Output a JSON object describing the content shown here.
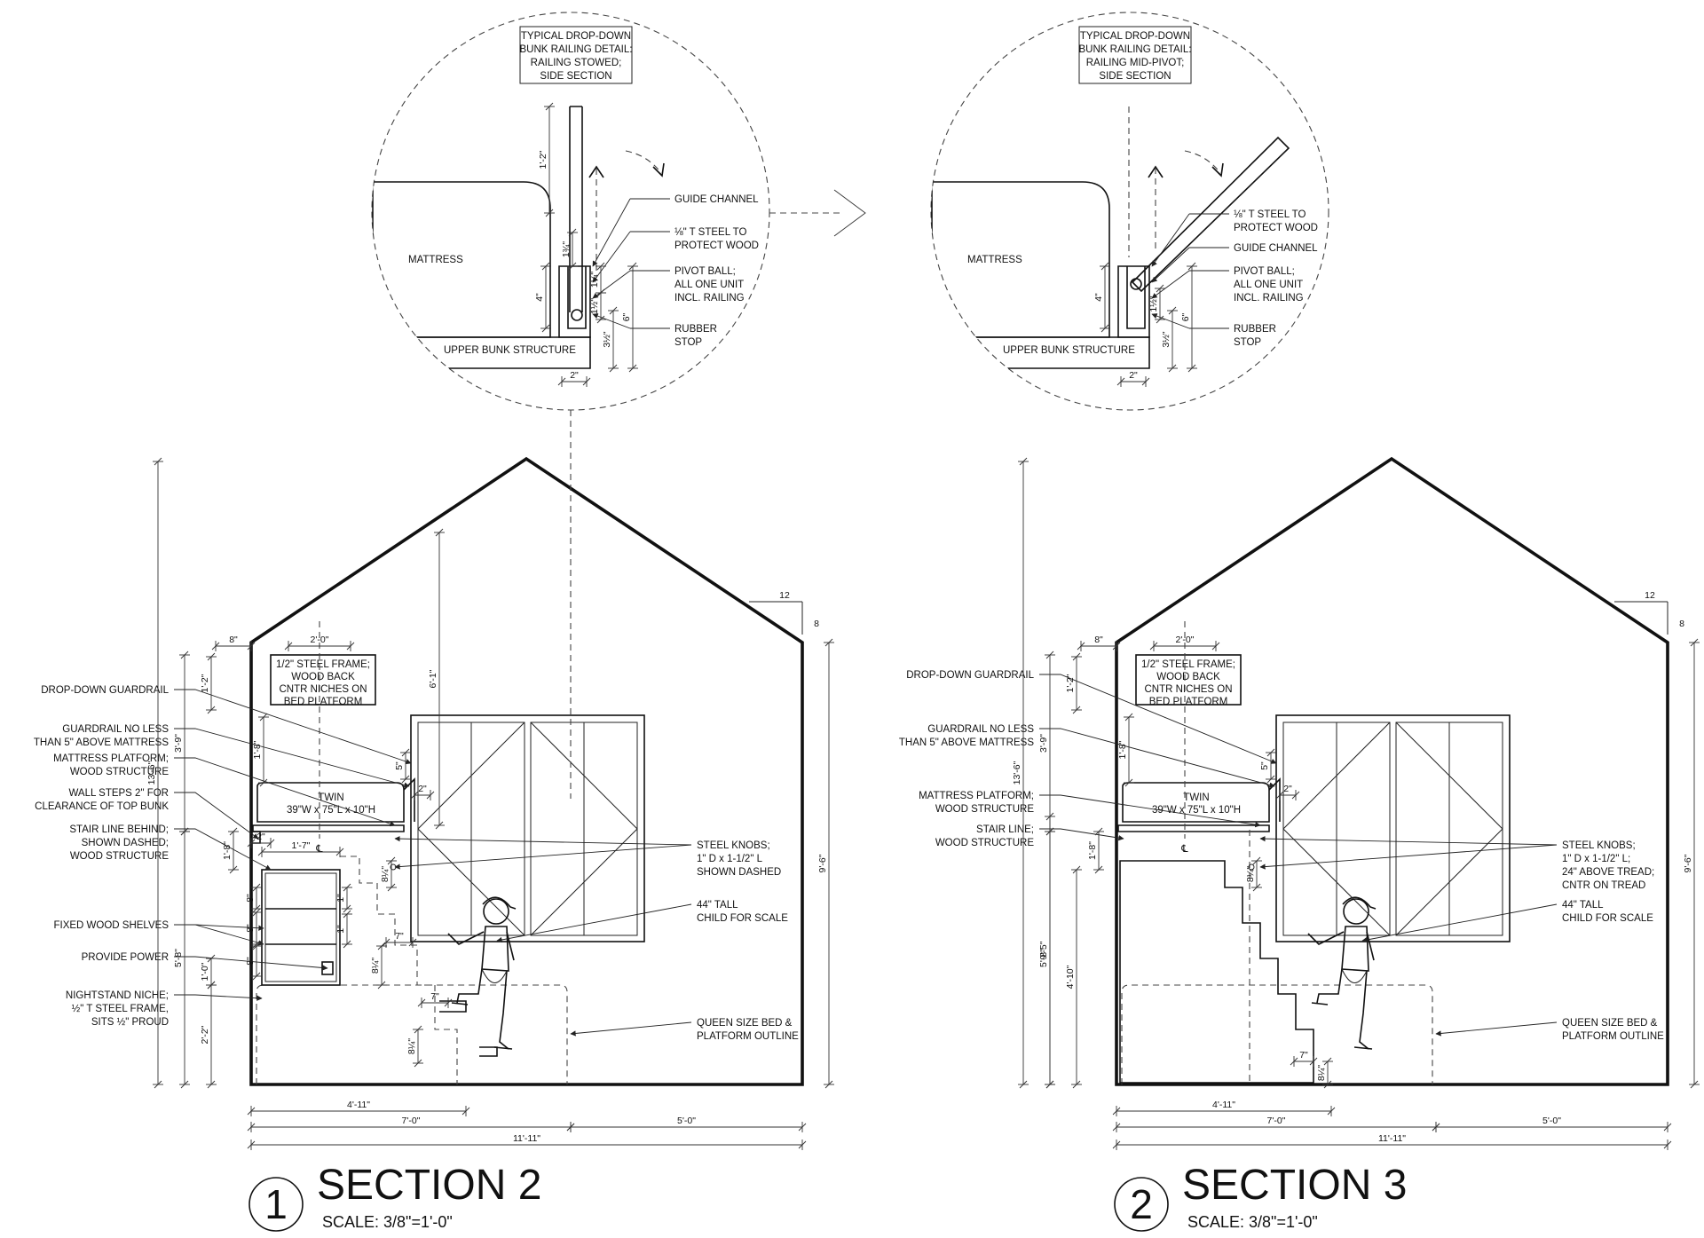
{
  "drawings": [
    {
      "id": "section-2",
      "number": "1",
      "title": "SECTION 2",
      "scale": "SCALE: 3/8\"=1'-0\"",
      "detail": {
        "title": [
          "TYPICAL DROP-DOWN",
          "BUNK RAILING DETAIL:",
          "RAILING STOWED;",
          "SIDE SECTION"
        ],
        "mattress": "MATTRESS",
        "structure": "UPPER BUNK STRUCTURE",
        "callouts": [
          {
            "key": "guide",
            "lines": [
              "GUIDE CHANNEL"
            ]
          },
          {
            "key": "tsteel",
            "lines": [
              "⅛\" T STEEL TO",
              "PROTECT WOOD"
            ]
          },
          {
            "key": "pivot",
            "lines": [
              "PIVOT BALL;",
              "ALL ONE UNIT",
              "INCL. RAILING"
            ]
          },
          {
            "key": "rubber",
            "lines": [
              "RUBBER",
              "STOP"
            ]
          }
        ],
        "dims": {
          "rail": "1'-2\"",
          "upper": "1¾\"",
          "pin": "4\"",
          "a": "1¼\"",
          "b": "1½\"",
          "c": "6\"",
          "d": "3½\"",
          "w": "2\""
        }
      },
      "labels": [
        {
          "key": "guardrail",
          "lines": [
            "DROP-DOWN GUARDRAIL"
          ]
        },
        {
          "key": "guardrail-no-less",
          "lines": [
            "GUARDRAIL NO LESS",
            "THAN 5\" ABOVE MATTRESS"
          ]
        },
        {
          "key": "mattress-platform",
          "lines": [
            "MATTRESS PLATFORM;",
            "WOOD STRUCTURE"
          ]
        },
        {
          "key": "wall-steps",
          "lines": [
            "WALL STEPS 2\" FOR",
            "CLEARANCE OF TOP BUNK"
          ]
        },
        {
          "key": "stair-line",
          "lines": [
            "STAIR LINE BEHIND;",
            "SHOWN DASHED;",
            "WOOD STRUCTURE"
          ]
        },
        {
          "key": "shelves",
          "lines": [
            "FIXED WOOD SHELVES"
          ]
        },
        {
          "key": "power",
          "lines": [
            "PROVIDE POWER"
          ]
        },
        {
          "key": "niche",
          "lines": [
            "NIGHTSTAND NICHE;",
            "½\" T STEEL FRAME,",
            "SITS ½\" PROUD"
          ]
        }
      ],
      "right_labels": [
        {
          "key": "knobs",
          "lines": [
            "STEEL KNOBS;",
            "1\" D x 1-1/2\" L",
            "SHOWN DASHED"
          ]
        },
        {
          "key": "child",
          "lines": [
            "44\" TALL",
            "CHILD FOR SCALE"
          ]
        },
        {
          "key": "queen",
          "lines": [
            "QUEEN SIZE BED &",
            "PLATFORM OUTLINE"
          ]
        }
      ],
      "frame_note": [
        "1/2\" STEEL FRAME;",
        "WOOD BACK",
        "CNTR NICHES ON",
        "BED PLATFORM"
      ],
      "bed": [
        "TWIN",
        "39\"W x 75\"L x 10\"H"
      ],
      "dims": {
        "top8": "8\"",
        "top20": "2'-0\"",
        "h1": "1'-2\"",
        "h2": "1'-8\"",
        "v61": "6'-1\"",
        "g5": "5\"",
        "g2": "2\"",
        "total": "13'-6\"",
        "h39": "3'-9\"",
        "h18": "1'-8\"",
        "h58": "5'-8\"",
        "h10": "1'-0\"",
        "h22": "2'-2\"",
        "h96": "9'-6\"",
        "w17": "1'-7\"",
        "w2": "2\"",
        "s8a": "8\"",
        "s8b": "8\"",
        "s8c": "8\"",
        "s1a": "1\"",
        "s1b": "1\"",
        "r7a": "7\"",
        "r8a": "8¼\"",
        "r7b": "7\"",
        "r8b": "8¼\"",
        "kn": "8¼\"",
        "b411": "4'-11\"",
        "b70": "7'-0\"",
        "b1111": "11'-11\"",
        "b50": "5'-0\"",
        "pitch_run": "12",
        "pitch_rise": "8",
        "cl": "℄"
      }
    },
    {
      "id": "section-3",
      "number": "2",
      "title": "SECTION 3",
      "scale": "SCALE: 3/8\"=1'-0\"",
      "detail": {
        "title": [
          "TYPICAL DROP-DOWN",
          "BUNK RAILING DETAIL:",
          "RAILING MID-PIVOT;",
          "SIDE SECTION"
        ],
        "mattress": "MATTRESS",
        "structure": "UPPER BUNK STRUCTURE",
        "callouts": [
          {
            "key": "tsteel",
            "lines": [
              "⅛\" T STEEL TO",
              "PROTECT WOOD"
            ]
          },
          {
            "key": "guide",
            "lines": [
              "GUIDE CHANNEL"
            ]
          },
          {
            "key": "pivot",
            "lines": [
              "PIVOT BALL;",
              "ALL ONE UNIT",
              "INCL. RAILING"
            ]
          },
          {
            "key": "rubber",
            "lines": [
              "RUBBER",
              "STOP"
            ]
          }
        ],
        "dims": {
          "pin": "4\"",
          "a": "1½\"",
          "c": "6\"",
          "d": "3½\"",
          "w": "2\""
        }
      },
      "labels": [
        {
          "key": "guardrail",
          "lines": [
            "DROP-DOWN GUARDRAIL"
          ]
        },
        {
          "key": "guardrail-no-less",
          "lines": [
            "GUARDRAIL NO LESS",
            "THAN 5\" ABOVE MATTRESS"
          ]
        },
        {
          "key": "mattress-platform",
          "lines": [
            "MATTRESS PLATFORM;",
            "WOOD STRUCTURE"
          ]
        },
        {
          "key": "stair-line",
          "lines": [
            "STAIR LINE;",
            "WOOD STRUCTURE"
          ]
        }
      ],
      "right_labels": [
        {
          "key": "knobs",
          "lines": [
            "STEEL KNOBS;",
            "1\" D x 1-1/2\" L;",
            "24\" ABOVE TREAD;",
            "CNTR ON TREAD"
          ]
        },
        {
          "key": "child",
          "lines": [
            "44\" TALL",
            "CHILD FOR SCALE"
          ]
        },
        {
          "key": "queen",
          "lines": [
            "QUEEN SIZE BED &",
            "PLATFORM OUTLINE"
          ]
        }
      ],
      "frame_note": [
        "1/2\" STEEL FRAME;",
        "WOOD BACK",
        "CNTR NICHES ON",
        "BED PLATFORM"
      ],
      "bed": [
        "TWIN",
        "39\"W x 75\"L x 10\"H"
      ],
      "dims": {
        "top8": "8\"",
        "top20": "2'-0\"",
        "h1": "1'-2\"",
        "h2": "1'-8\"",
        "g5": "5\"",
        "g2": "2\"",
        "total": "13'-6\"",
        "h39": "3'-9\"",
        "h95": "9'-5\"",
        "h18": "1'-8\"",
        "h58": "5'-8\"",
        "h410": "4'-10\"",
        "h96": "9'-6\"",
        "kn": "8¼\"",
        "r7": "7\"",
        "r8": "8¼\"",
        "b411": "4'-11\"",
        "b70": "7'-0\"",
        "b1111": "11'-11\"",
        "b50": "5'-0\"",
        "pitch_run": "12",
        "pitch_rise": "8",
        "cl": "℄"
      }
    }
  ]
}
